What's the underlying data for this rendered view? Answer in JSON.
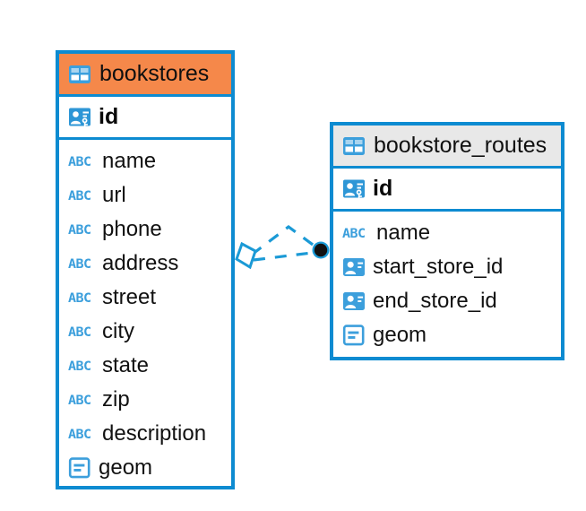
{
  "diagram": {
    "type": "entity-relationship-diagram",
    "background": "#ffffff",
    "accent_color": "#0d8bd1",
    "highlight_color": "#f5884a",
    "entities": [
      {
        "name": "bookstores",
        "header_color": "#f5884a",
        "header_icon": "table-icon",
        "primary_key": {
          "name": "id",
          "icon": "primary-key-icon"
        },
        "fields": [
          {
            "name": "name",
            "icon": "abc-text-icon"
          },
          {
            "name": "url",
            "icon": "abc-text-icon"
          },
          {
            "name": "phone",
            "icon": "abc-text-icon"
          },
          {
            "name": "address",
            "icon": "abc-text-icon"
          },
          {
            "name": "street",
            "icon": "abc-text-icon"
          },
          {
            "name": "city",
            "icon": "abc-text-icon"
          },
          {
            "name": "state",
            "icon": "abc-text-icon"
          },
          {
            "name": "zip",
            "icon": "abc-text-icon"
          },
          {
            "name": "description",
            "icon": "abc-text-icon"
          },
          {
            "name": "geom",
            "icon": "geometry-icon"
          }
        ]
      },
      {
        "name": "bookstore_routes",
        "header_color": "#e8e8e8",
        "header_icon": "table-icon",
        "primary_key": {
          "name": "id",
          "icon": "primary-key-icon"
        },
        "fields": [
          {
            "name": "name",
            "icon": "abc-text-icon"
          },
          {
            "name": "start_store_id",
            "icon": "foreign-key-icon"
          },
          {
            "name": "end_store_id",
            "icon": "foreign-key-icon"
          },
          {
            "name": "geom",
            "icon": "geometry-icon"
          }
        ]
      }
    ],
    "relationship": {
      "from": "bookstores",
      "to": "bookstore_routes",
      "line_style": "dashed",
      "line_color": "#1b9ad6",
      "source_marker": "diamond-marker",
      "target_marker": "filled-circle-marker"
    }
  }
}
